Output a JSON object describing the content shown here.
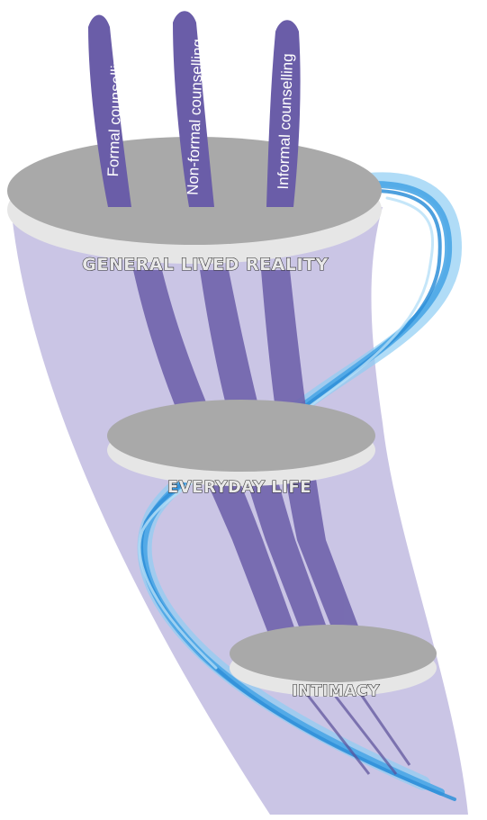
{
  "colors": {
    "funnel": "#c7c2e4",
    "prong": "#6a5da8",
    "prong_shadow": "#5b4f99",
    "ribbon": "#4aa6e6",
    "ribbon_light": "#8fcdf3",
    "disc_top": "#a9a9a9",
    "disc_rim": "#e6e6e6"
  },
  "prongs": [
    {
      "label": "Formal counselling"
    },
    {
      "label": "Non-formal counselling"
    },
    {
      "label": "Informal counselling"
    }
  ],
  "levels": [
    {
      "label": "GENERAL LIVED REALITY"
    },
    {
      "label": "EVERYDAY LIFE"
    },
    {
      "label": "INTIMACY"
    }
  ]
}
